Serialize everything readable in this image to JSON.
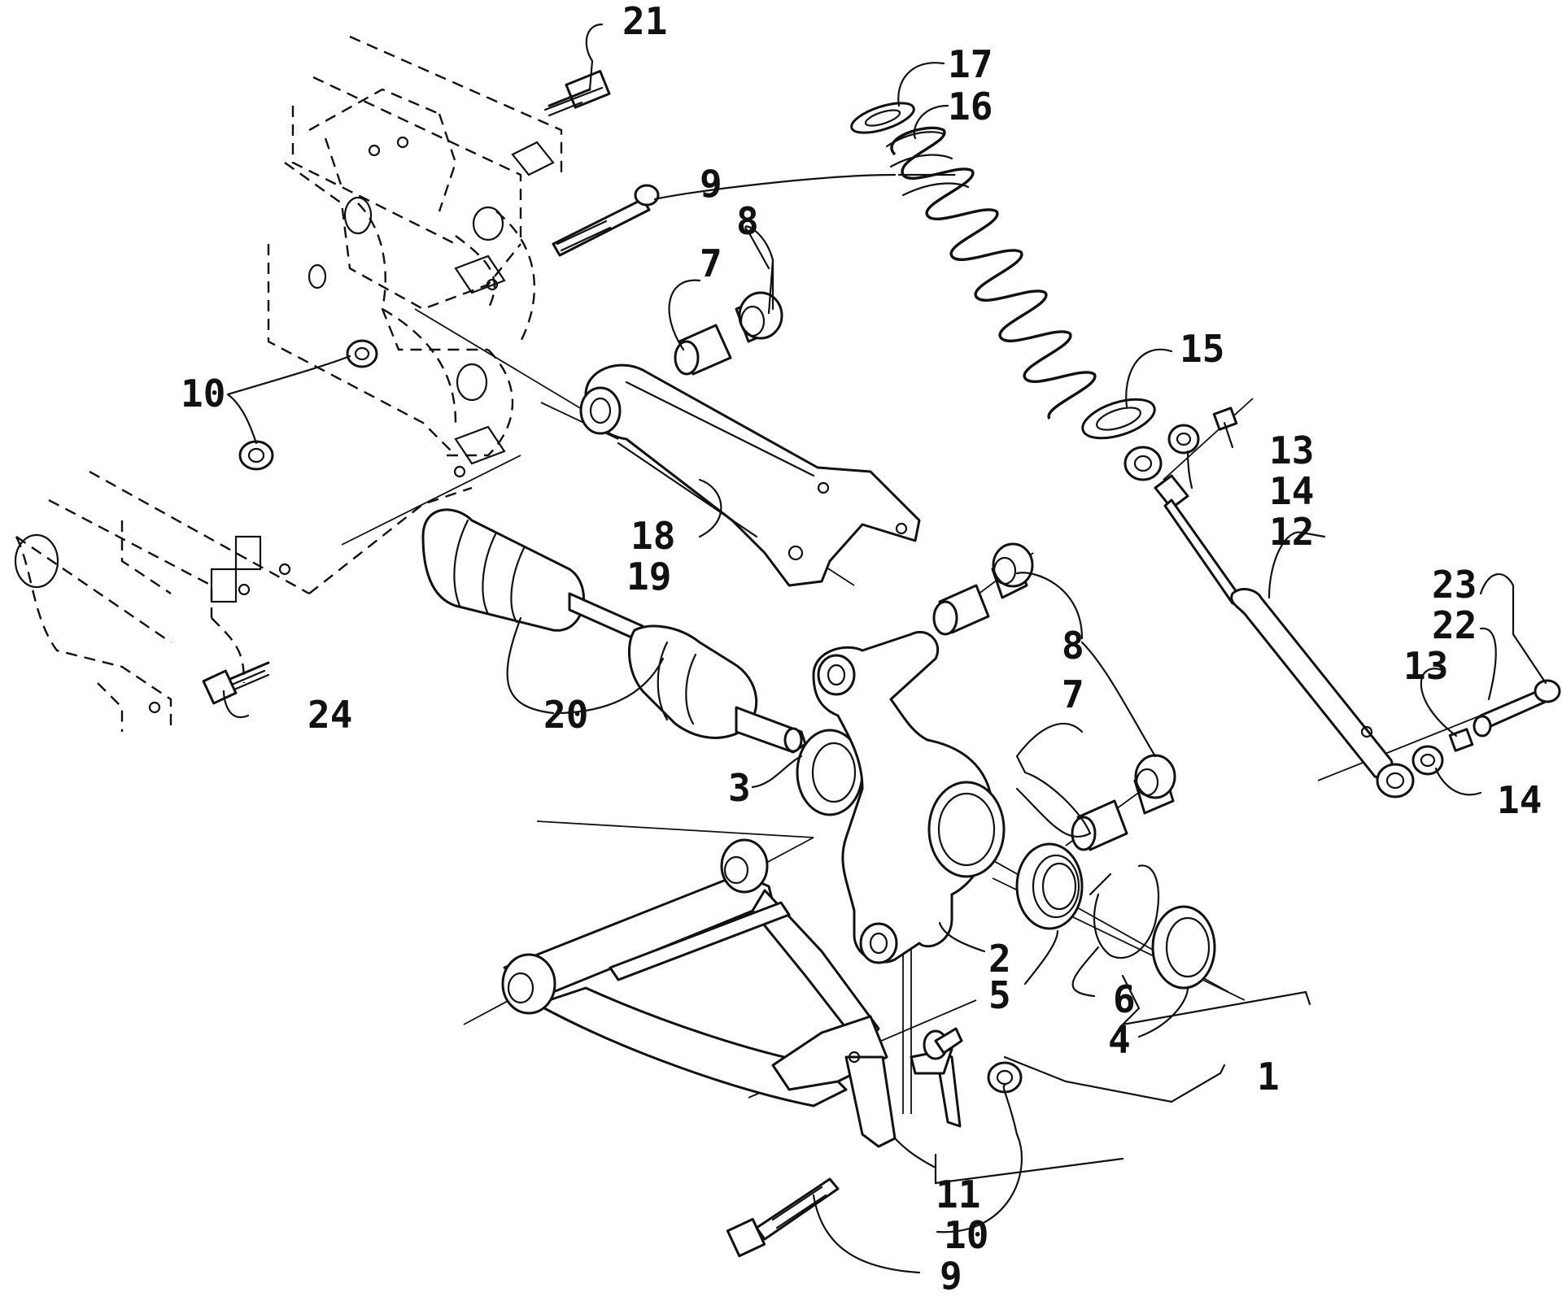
{
  "diagram": {
    "callouts": [
      {
        "id": "c21",
        "text": "21"
      },
      {
        "id": "c17",
        "text": "17"
      },
      {
        "id": "c16",
        "text": "16"
      },
      {
        "id": "c9a",
        "text": "9"
      },
      {
        "id": "c8a",
        "text": "8"
      },
      {
        "id": "c7a",
        "text": "7"
      },
      {
        "id": "c15",
        "text": "15"
      },
      {
        "id": "c10a",
        "text": "10"
      },
      {
        "id": "c13a",
        "text": "13"
      },
      {
        "id": "c14a",
        "text": "14"
      },
      {
        "id": "c12",
        "text": "12"
      },
      {
        "id": "c18",
        "text": "18"
      },
      {
        "id": "c19",
        "text": "19"
      },
      {
        "id": "c23",
        "text": "23"
      },
      {
        "id": "c22",
        "text": "22"
      },
      {
        "id": "c8b",
        "text": "8"
      },
      {
        "id": "c13b",
        "text": "13"
      },
      {
        "id": "c7b",
        "text": "7"
      },
      {
        "id": "c24",
        "text": "24"
      },
      {
        "id": "c20",
        "text": "20"
      },
      {
        "id": "c3",
        "text": "3"
      },
      {
        "id": "c14b",
        "text": "14"
      },
      {
        "id": "c2",
        "text": "2"
      },
      {
        "id": "c5",
        "text": "5"
      },
      {
        "id": "c6",
        "text": "6"
      },
      {
        "id": "c4",
        "text": "4"
      },
      {
        "id": "c1",
        "text": "1"
      },
      {
        "id": "c11",
        "text": "11"
      },
      {
        "id": "c10b",
        "text": "10"
      },
      {
        "id": "c9b",
        "text": "9"
      }
    ]
  }
}
